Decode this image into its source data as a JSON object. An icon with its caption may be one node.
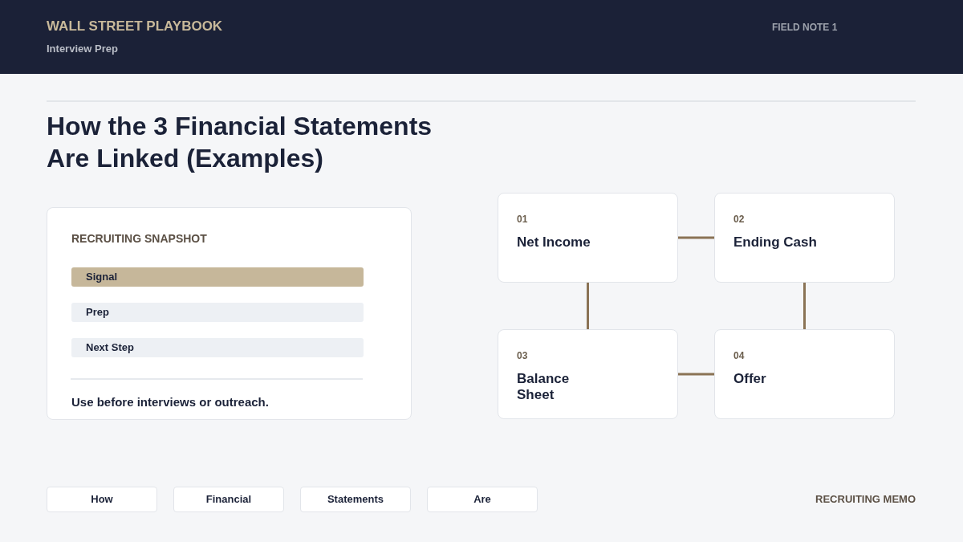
{
  "diagram": {
    "title": "How the 3 Financial Statements Are Linked (Examples)",
    "nodes": [
      {
        "text": [
          "WALL STREET PLAYBOOK",
          "Interview Prep",
          "FIELD NOTE 1"
        ]
      },
      {
        "text": [
          "RECRUITING SNAPSHOT",
          "Use before interviews or outreach."
        ]
      },
      {
        "text": [
          "Signal"
        ],
        "in": 1
      },
      {
        "text": [
          "Prep"
        ],
        "in": 1
      },
      {
        "text": [
          "Next Step"
        ],
        "in": 1
      },
      {
        "text": [
          "01",
          "Net Income"
        ]
      },
      {
        "text": [
          "02",
          "Ending Cash"
        ]
      },
      {
        "text": [
          "03",
          "Balance Sheet"
        ]
      },
      {
        "text": [
          "04",
          "Offer"
        ]
      },
      {
        "text": [
          "How"
        ]
      },
      {
        "text": [
          "Financial"
        ]
      },
      {
        "text": [
          "Statements"
        ]
      },
      {
        "text": [
          "Are"
        ]
      }
    ],
    "edges": [
      {
        "from": 5,
        "to": 6,
        "arrow": "none"
      },
      {
        "from": 5,
        "to": 7,
        "arrow": "none"
      },
      {
        "from": 6,
        "to": 8,
        "arrow": "none"
      },
      {
        "from": 7,
        "to": 8,
        "arrow": "none"
      }
    ],
    "labels": [
      "RECRUITING MEMO"
    ]
  }
}
